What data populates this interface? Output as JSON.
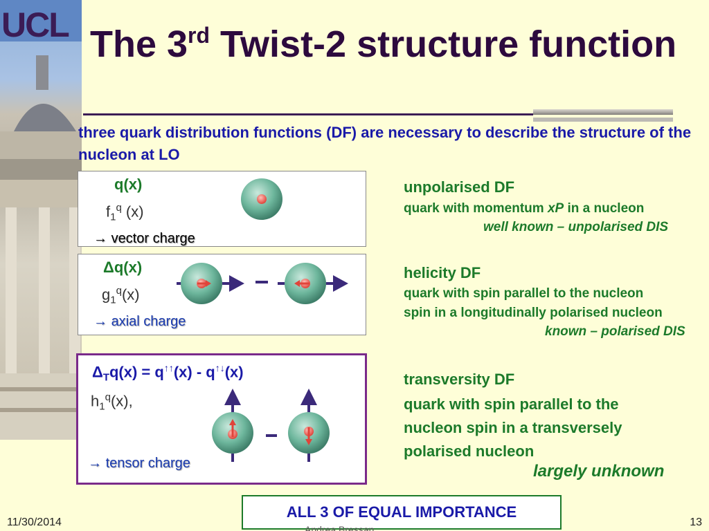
{
  "logo": {
    "text": "UCL"
  },
  "title": {
    "prefix": "The 3",
    "sup": "rd",
    "rest": " Twist-2 structure function"
  },
  "intro": "three quark distribution functions (DF) are necessary to describe the structure of the nucleon at LO",
  "boxes": [
    {
      "name": "q(x)",
      "label_base": "f",
      "label_sub": "1",
      "label_sup": "q",
      "label_tail": " (x)",
      "charge": "vector charge"
    },
    {
      "name_symbol": "Δ",
      "name": "q(x)",
      "label_base": "g",
      "label_sub": "1",
      "label_sup": "q",
      "label_tail": "(x)",
      "charge": "axial charge"
    },
    {
      "name_symbol": "Δ",
      "name_sub": "T",
      "name_a": "q(x) = q",
      "name_sup_a": "↑↑",
      "name_b": "(x) - q",
      "name_sup_b": "↑↓",
      "name_c": "(x)",
      "label_base": "h",
      "label_sub": "1",
      "label_sup": "q",
      "label_tail": "(x),",
      "charge": "tensor charge"
    }
  ],
  "descriptions": [
    {
      "head": "unpolarised DF",
      "line1_a": "quark with momentum ",
      "line1_em": "xP",
      "line1_b": " in a nucleon",
      "status": "well known – unpolarised DIS"
    },
    {
      "head": "helicity DF",
      "line1": "quark with spin parallel to the nucleon",
      "line2": "spin in a longitudinally polarised nucleon",
      "status": "known – polarised DIS"
    },
    {
      "head": "transversity DF",
      "line1": "quark with spin parallel to the",
      "line2": "nucleon spin in a transversely",
      "line3": "polarised nucleon",
      "status": "largely unknown"
    }
  ],
  "importance": "ALL 3 OF EQUAL IMPORTANCE",
  "footer": {
    "date": "11/30/2014",
    "author": "Andrea Bressan",
    "page": "13"
  },
  "colors": {
    "title": "#2d0a3e",
    "intro": "#1a1aa8",
    "green": "#1c7a2a",
    "nucleon": "#5fa88f",
    "quark": "#e8524a",
    "arrow": "#3b2a7a",
    "box3_border": "#7a2a8a"
  },
  "icons": {
    "arrow": "→"
  }
}
